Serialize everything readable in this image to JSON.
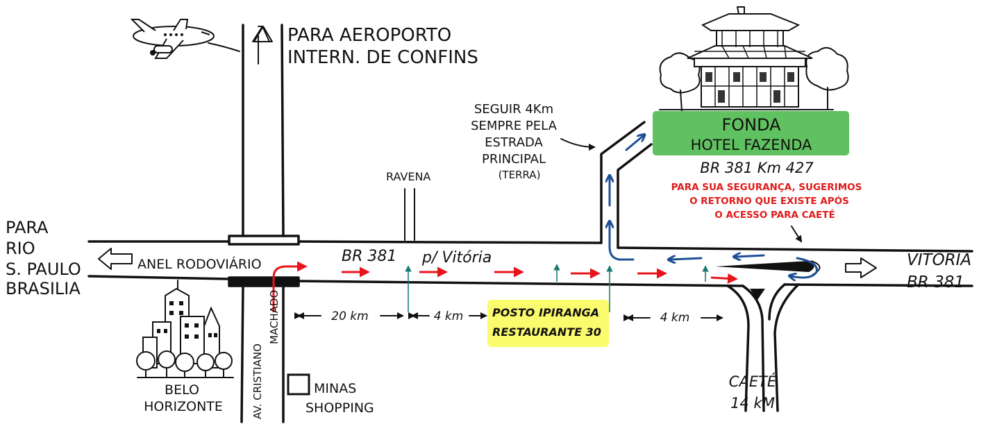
{
  "labels": {
    "airport_line1": "PARA AEROPORTO",
    "airport_line2": "INTERN. DE CONFINS",
    "west_line1": "PARA",
    "west_line2": "RIO",
    "west_line3": "S. PAULO",
    "west_line4": "BRASILIA",
    "anel": "ANEL RODOVIÁRIO",
    "br381": "BR 381",
    "p_vitoria": "p/ Vitória",
    "ravena": "RAVENA",
    "seguir_line1": "SEGUIR 4Km",
    "seguir_line2": "SEMPRE PELA",
    "seguir_line3": "ESTRADA",
    "seguir_line4": "PRINCIPAL",
    "seguir_line5": "(TERRA)",
    "fonda": "FONDA",
    "hotel": "HOTEL FAZENDA",
    "br381_km": "BR 381 Km 427",
    "warning_line1": "PARA SUA SEGURANÇA, SUGERIMOS",
    "warning_line2": "O RETORNO QUE EXISTE APÓS",
    "warning_line3": "O ACESSO PARA CAETÉ",
    "vitoria": "VITÓRIA",
    "vitoria_br": "BR 381",
    "dist1": "20 km",
    "dist2": "4 km",
    "dist3": "4 km",
    "posto_line1": "POSTO IPIRANGA",
    "posto_line2": "RESTAURANTE 30",
    "av_line1": "AV. CRISTIANO",
    "av_line2": "MACHADO",
    "bh_line1": "BELO",
    "bh_line2": "HORIZONTE",
    "minas_line1": "MINAS",
    "minas_line2": "SHOPPING",
    "caete": "CAETÉ",
    "caete_km": "14 kM"
  },
  "colors": {
    "route_red": "#e8141c",
    "route_blue": "#1d4f96",
    "marker_teal": "#1a7a72",
    "hotel_green": "#5fc15f",
    "posto_yellow": "#fbfb6e",
    "warning_red": "#e01b1b"
  },
  "icons": [
    "airplane-icon",
    "hotel-building-icon",
    "city-skyline-icon",
    "shopping-building-icon"
  ]
}
